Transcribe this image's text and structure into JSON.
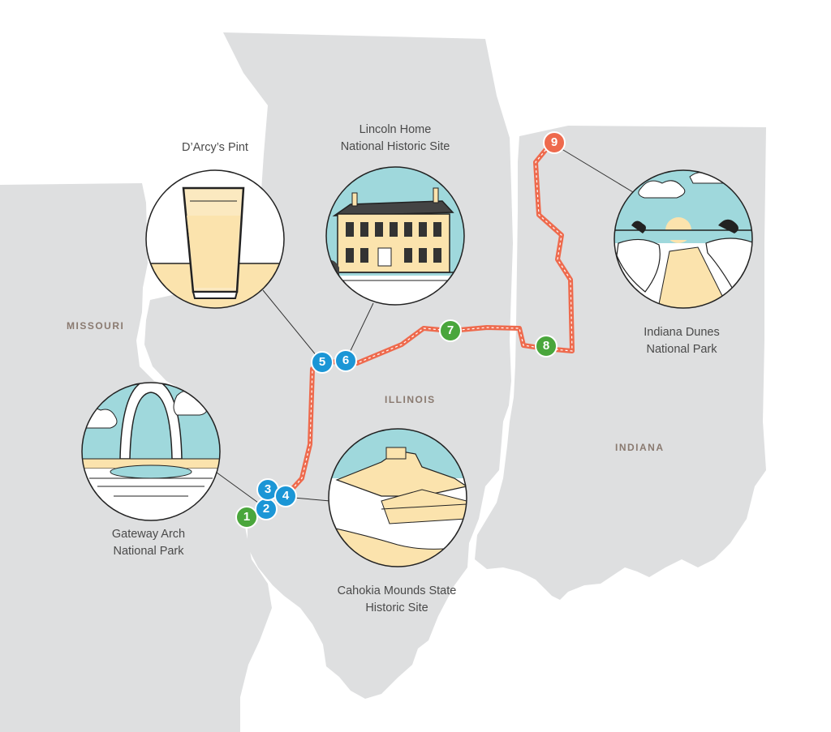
{
  "colors": {
    "land": "#dedfe0",
    "route": "#ee6a4d",
    "green": "#4aa63c",
    "blue": "#1b96d6",
    "orange": "#ee6a4d",
    "sky": "#9fd8dc",
    "sand": "#fbe3ad",
    "ink": "#222222"
  },
  "states": {
    "missouri": "MISSOURI",
    "illinois": "ILLINOIS",
    "indiana": "INDIANA"
  },
  "places": {
    "darcys": {
      "line1": "D’Arcy’s Pint",
      "icon": "beer-glass-icon"
    },
    "lincoln": {
      "line1": "Lincoln Home",
      "line2": "National Historic Site",
      "icon": "house-icon"
    },
    "dunes": {
      "line1": "Indiana Dunes",
      "line2": "National Park",
      "icon": "dunes-icon"
    },
    "arch": {
      "line1": "Gateway Arch",
      "line2": "National Park",
      "icon": "arch-icon"
    },
    "cahokia": {
      "line1": "Cahokia Mounds State",
      "line2": "Historic Site",
      "icon": "mounds-icon"
    }
  },
  "stops": [
    {
      "label": "1",
      "color": "green"
    },
    {
      "label": "2",
      "color": "blue"
    },
    {
      "label": "3",
      "color": "blue"
    },
    {
      "label": "4",
      "color": "blue"
    },
    {
      "label": "5",
      "color": "blue"
    },
    {
      "label": "6",
      "color": "blue"
    },
    {
      "label": "7",
      "color": "green"
    },
    {
      "label": "8",
      "color": "green"
    },
    {
      "label": "9",
      "color": "orange"
    }
  ]
}
